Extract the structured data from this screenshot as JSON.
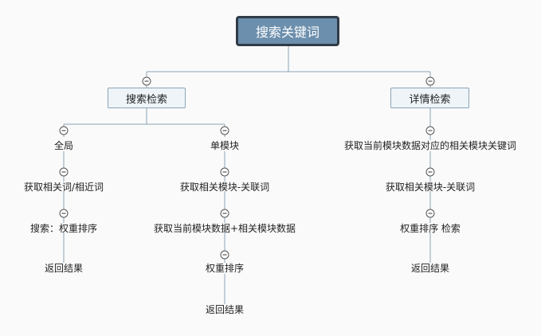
{
  "root": "搜索关键词",
  "branches": {
    "search": "搜索检索",
    "detail": "详情检索"
  },
  "nodes": {
    "global": "全局",
    "single_module": "单模块",
    "get_related_words": "获取相关词/相近词",
    "search_weight_sort": "搜索：权重排序",
    "return_result_1": "返回结果",
    "get_related_module_keywords": "获取相关模块-关联词",
    "get_current_and_related_data": "获取当前模块数据+相关模块数据",
    "weight_sort": "权重排序",
    "return_result_2": "返回结果",
    "get_current_data_related_keywords": "获取当前模块数据对应的相关模块关键词",
    "get_related_module_keywords_2": "获取相关模块-关联词",
    "weight_sort_search": "权重排序 检索",
    "return_result_3": "返回结果"
  },
  "colors": {
    "root_fill": "#6c8fad",
    "root_border": "#2f3b46",
    "branch_fill": "#eef4f8",
    "line": "#8aa4b8"
  }
}
